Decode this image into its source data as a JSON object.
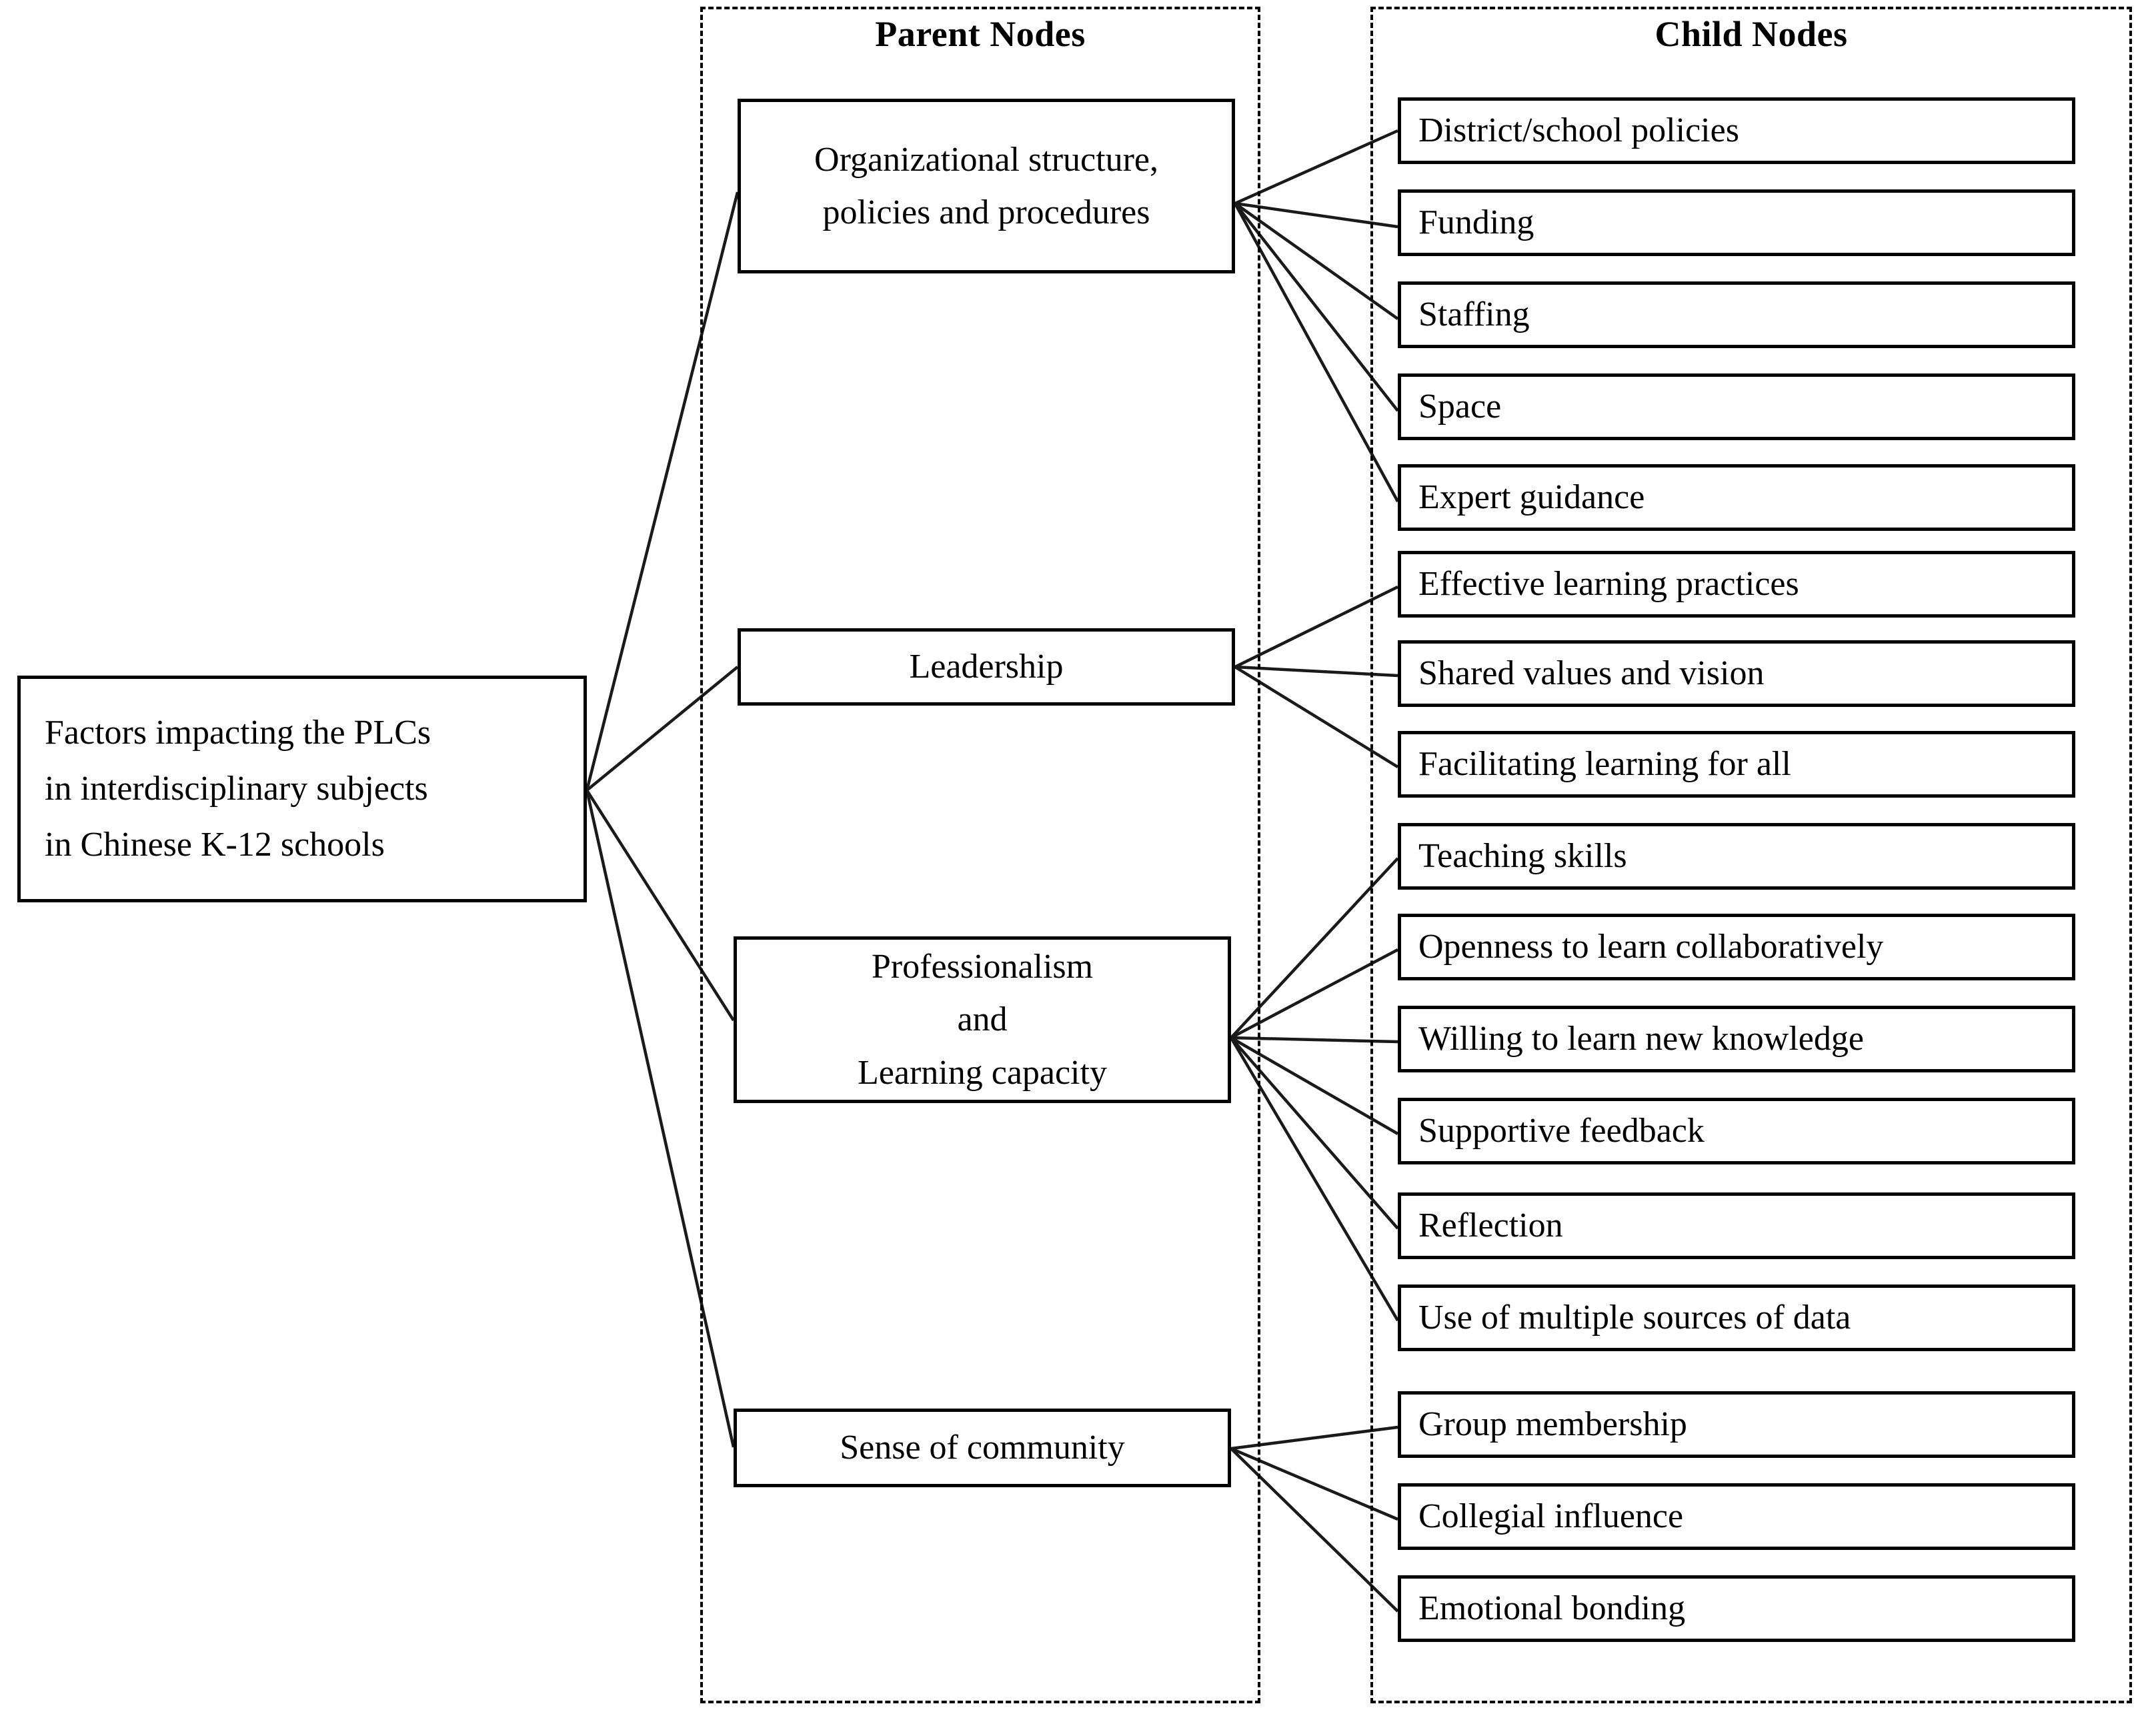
{
  "diagram": {
    "root": {
      "label": "Factors impacting the PLCs\nin interdisciplinary subjects\nin Chinese K-12 schools"
    },
    "columns": {
      "parent_header": "Parent Nodes",
      "child_header": "Child Nodes"
    },
    "parents": [
      {
        "label": "Organizational structure,\npolicies and procedures"
      },
      {
        "label": "Leadership"
      },
      {
        "label": "Professionalism\nand\nLearning capacity"
      },
      {
        "label": "Sense of community"
      }
    ],
    "children": [
      {
        "label": "District/school policies",
        "parent": 0
      },
      {
        "label": "Funding",
        "parent": 0
      },
      {
        "label": "Staffing",
        "parent": 0
      },
      {
        "label": "Space",
        "parent": 0
      },
      {
        "label": "Expert guidance",
        "parent": 0
      },
      {
        "label": "Effective learning practices",
        "parent": 1
      },
      {
        "label": "Shared values and vision",
        "parent": 1
      },
      {
        "label": "Facilitating learning for all",
        "parent": 1
      },
      {
        "label": "Teaching skills",
        "parent": 2
      },
      {
        "label": "Openness to learn collaboratively",
        "parent": 2
      },
      {
        "label": "Willing to learn new knowledge",
        "parent": 2
      },
      {
        "label": "Supportive feedback",
        "parent": 2
      },
      {
        "label": "Reflection",
        "parent": 2
      },
      {
        "label": "Use of multiple sources of data",
        "parent": 2
      },
      {
        "label": "Group membership",
        "parent": 3
      },
      {
        "label": "Collegial influence",
        "parent": 3
      },
      {
        "label": "Emotional bonding",
        "parent": 3
      }
    ],
    "colors": {
      "stroke": "#000000",
      "background": "#ffffff",
      "link": "#1a1a1a"
    }
  }
}
